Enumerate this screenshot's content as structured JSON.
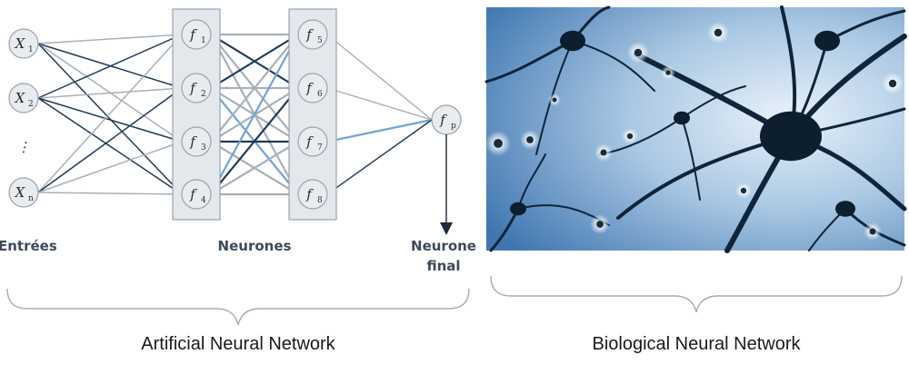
{
  "ann": {
    "inputs": [
      {
        "base": "X",
        "sub": "1"
      },
      {
        "base": "X",
        "sub": "2"
      },
      {
        "base": "⋮",
        "sub": ""
      },
      {
        "base": "X",
        "sub": "n"
      }
    ],
    "hidden1": [
      {
        "base": "f",
        "sub": "1"
      },
      {
        "base": "f",
        "sub": "2"
      },
      {
        "base": "f",
        "sub": "3"
      },
      {
        "base": "f",
        "sub": "4"
      }
    ],
    "hidden2": [
      {
        "base": "f",
        "sub": "5"
      },
      {
        "base": "f",
        "sub": "6"
      },
      {
        "base": "f",
        "sub": "7"
      },
      {
        "base": "f",
        "sub": "8"
      }
    ],
    "output": {
      "base": "f",
      "sub": "p"
    },
    "labels": {
      "inputs": "Entrées",
      "neurons": "Neurones",
      "final_line1": "Neurone",
      "final_line2": "final"
    }
  },
  "captions": {
    "artificial": "Artificial Neural Network",
    "biological": "Biological Neural Network"
  },
  "colors": {
    "dark": "#1f3b57",
    "gray": "#a9b0b8",
    "blue": "#6fa3d8",
    "photo_bg_light": "#d6e6f3",
    "photo_bg_dark": "#4f86bf",
    "neuron": "#0f2233"
  }
}
